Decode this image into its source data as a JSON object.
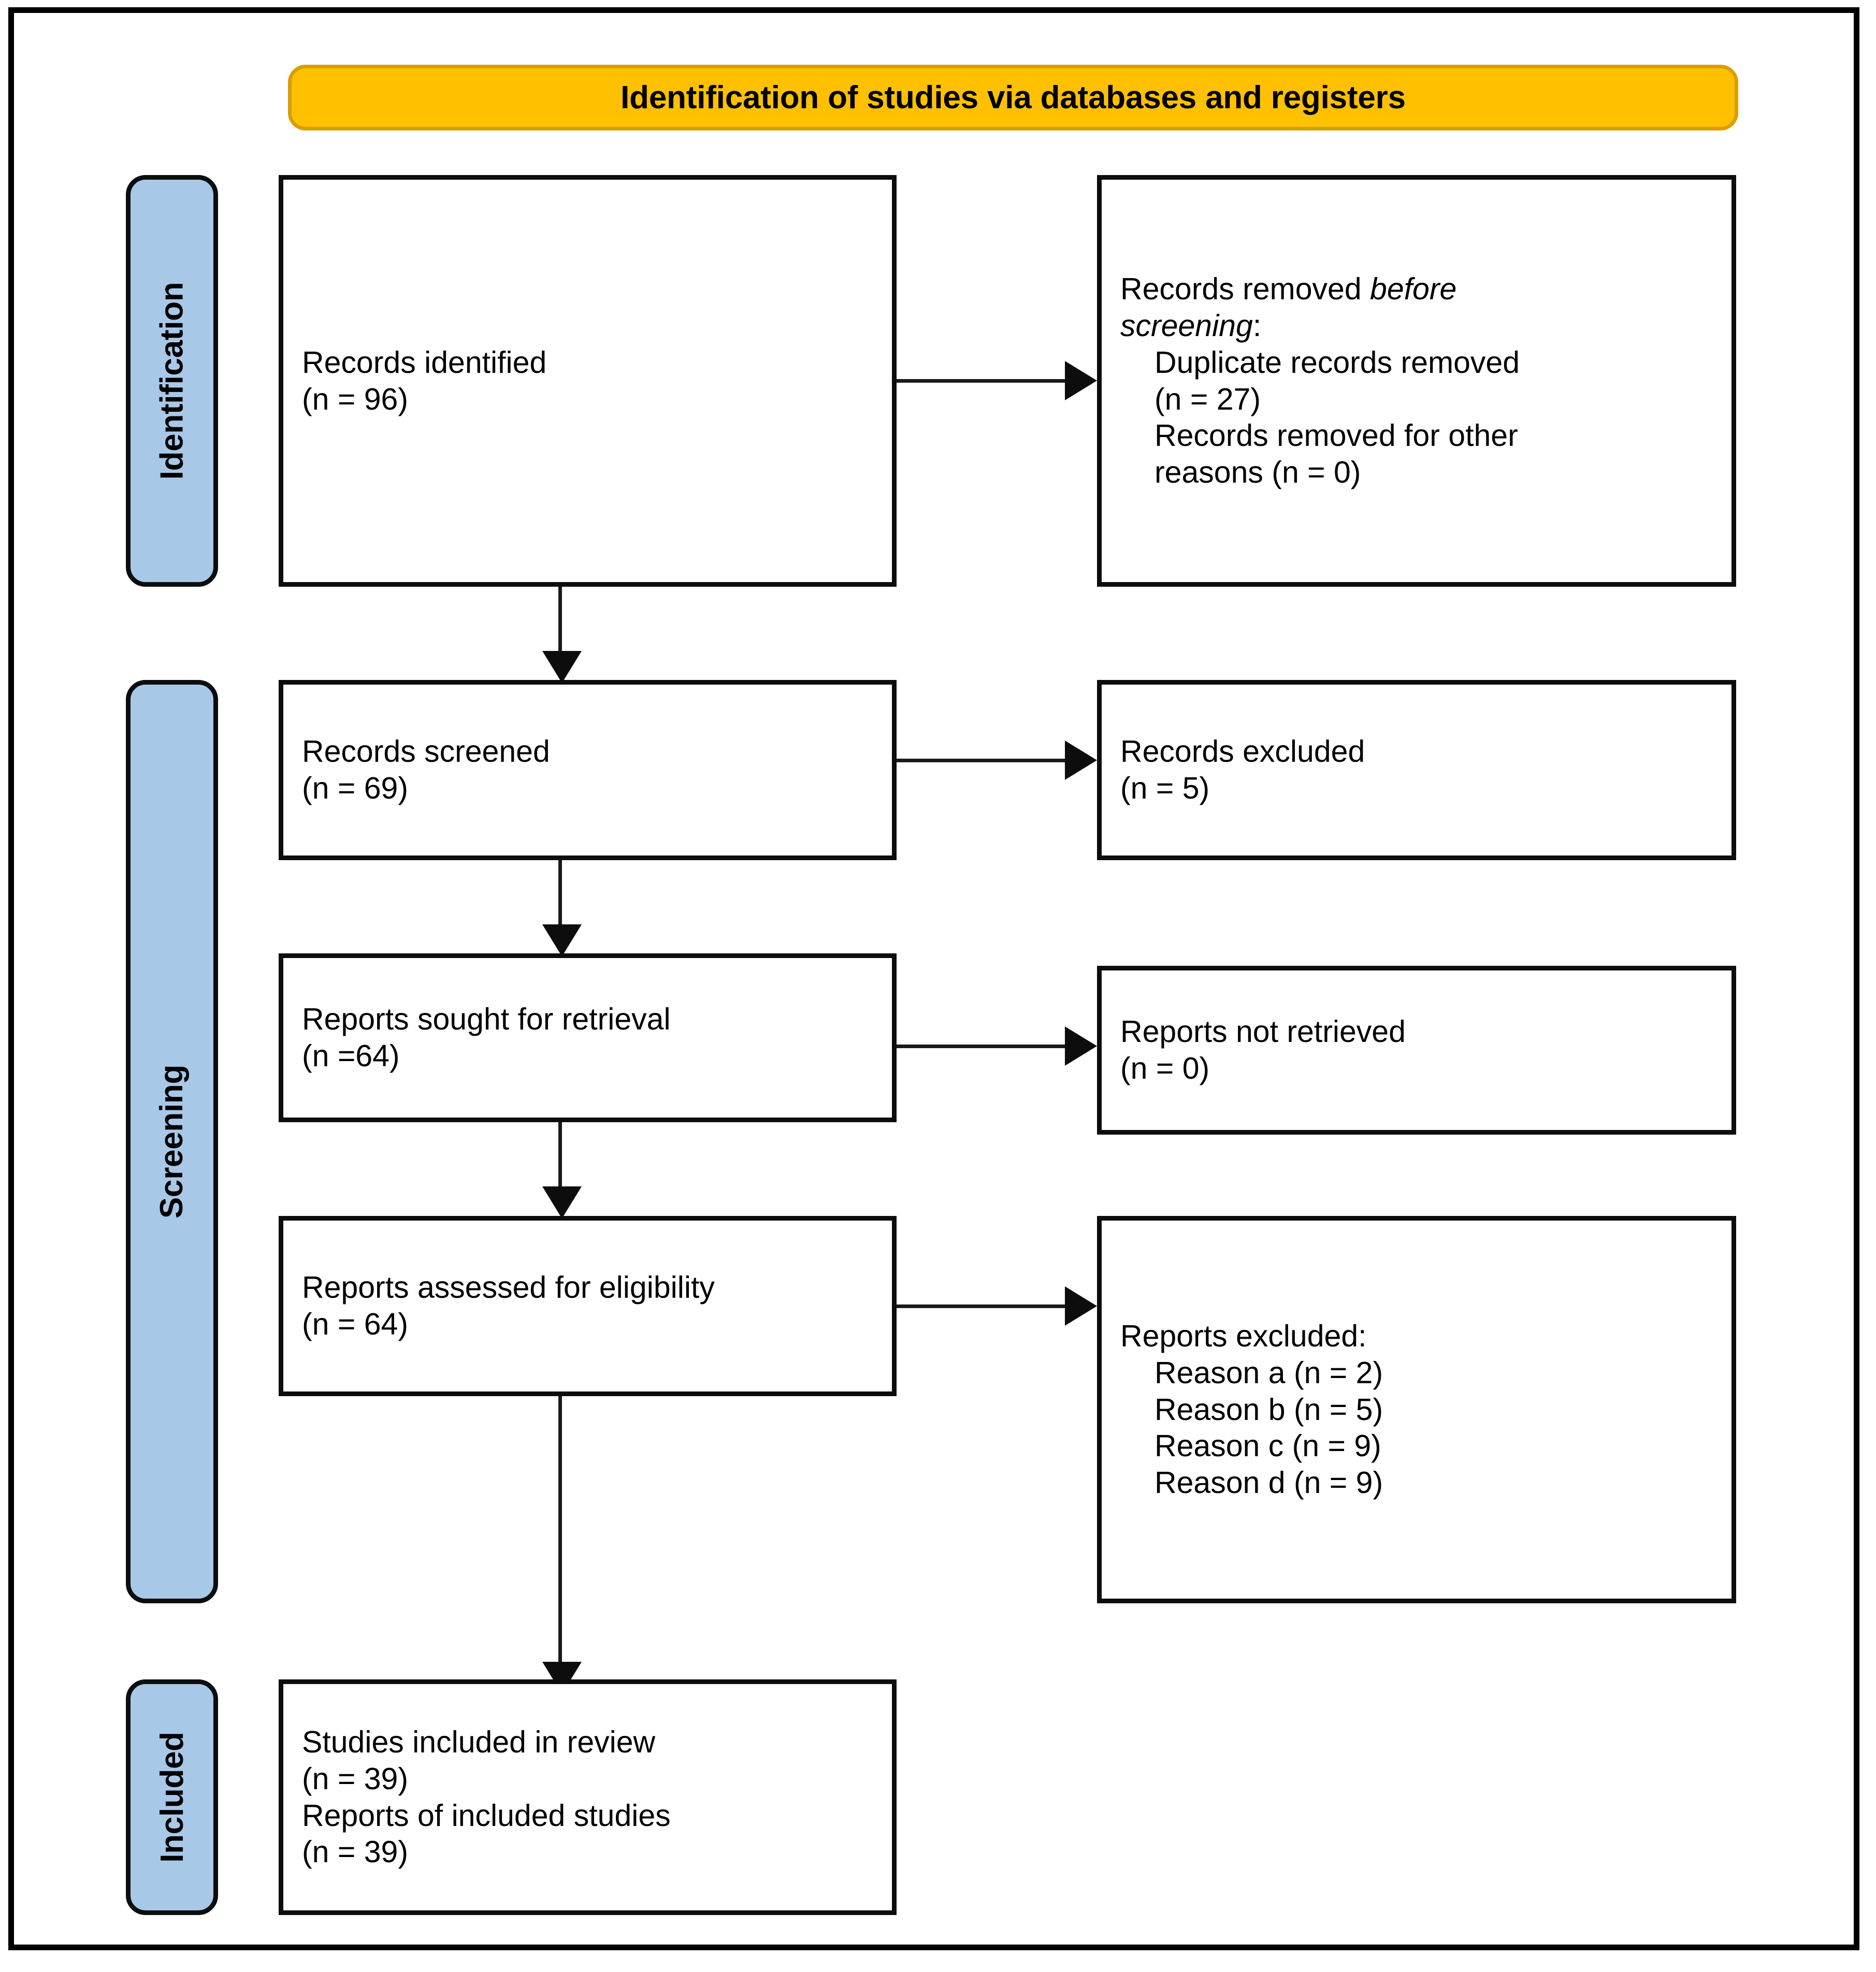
{
  "diagram": {
    "title": "Identification of studies via databases and registers",
    "type": "prisma-flow-diagram"
  },
  "header": {
    "label": "Identification of studies via databases and registers"
  },
  "stages": [
    {
      "id": "identification",
      "label": "Identification"
    },
    {
      "id": "screening",
      "label": "Screening"
    },
    {
      "id": "included",
      "label": "Included"
    }
  ],
  "nodes": {
    "records_identified": {
      "lines": [
        {
          "text": "Records identified",
          "indent": false
        },
        {
          "text": "(n = 96)",
          "indent": false
        }
      ]
    },
    "records_removed": {
      "lines": [
        {
          "text": "Records removed ",
          "em": "before",
          "indent": false
        },
        {
          "em": "screening",
          "text": ":",
          "indent": false
        },
        {
          "text": "Duplicate records removed",
          "indent": true
        },
        {
          "text": "(n = 27)",
          "indent": true
        },
        {
          "text": "Records removed for other",
          "indent": true
        },
        {
          "text": "reasons (n = 0)",
          "indent": true
        }
      ]
    },
    "records_screened": {
      "lines": [
        {
          "text": "Records screened",
          "indent": false
        },
        {
          "text": "(n = 69)",
          "indent": false
        }
      ]
    },
    "records_excluded": {
      "lines": [
        {
          "text": "Records excluded",
          "indent": false
        },
        {
          "text": "(n = 5)",
          "indent": false
        }
      ]
    },
    "reports_sought": {
      "lines": [
        {
          "text": "Reports sought for retrieval",
          "indent": false
        },
        {
          "text": "(n =64)",
          "indent": false
        }
      ]
    },
    "reports_not_retrieved": {
      "lines": [
        {
          "text": "Reports not retrieved",
          "indent": false
        },
        {
          "text": "(n = 0)",
          "indent": false
        }
      ]
    },
    "reports_assessed": {
      "lines": [
        {
          "text": "Reports assessed for eligibility",
          "indent": false
        },
        {
          "text": "(n = 64)",
          "indent": false
        }
      ]
    },
    "reports_excluded": {
      "lines": [
        {
          "text": "Reports excluded:",
          "indent": false
        },
        {
          "text": "Reason a (n = 2)",
          "indent": true
        },
        {
          "text": "Reason b (n = 5)",
          "indent": true
        },
        {
          "text": "Reason c (n = 9)",
          "indent": true
        },
        {
          "text": "Reason d (n = 9)",
          "indent": true
        }
      ]
    },
    "studies_included": {
      "lines": [
        {
          "text": "Studies included in review",
          "indent": false
        },
        {
          "text": "(n = 39)",
          "indent": false
        },
        {
          "text": "Reports of included studies",
          "indent": false
        },
        {
          "text": "(n = 39)",
          "indent": false
        }
      ]
    }
  },
  "counts": {
    "records_identified": 96,
    "duplicate_records_removed": 27,
    "records_removed_other_reasons": 0,
    "records_screened": 69,
    "records_excluded": 5,
    "reports_sought_for_retrieval": 64,
    "reports_not_retrieved": 0,
    "reports_assessed_for_eligibility": 64,
    "reports_excluded_reason_a": 2,
    "reports_excluded_reason_b": 5,
    "reports_excluded_reason_c": 9,
    "reports_excluded_reason_d": 9,
    "studies_included_in_review": 39,
    "reports_of_included_studies": 39
  },
  "colors": {
    "header_fill": "#FFC000",
    "header_border": "#D99E00",
    "stage_band_fill": "#A8C8E8",
    "stage_band_border": "#0D0D0D",
    "node_fill": "#FFFFFF",
    "node_border": "#0D0D0D",
    "connector": "#1A1A1A",
    "text": "#000000"
  }
}
